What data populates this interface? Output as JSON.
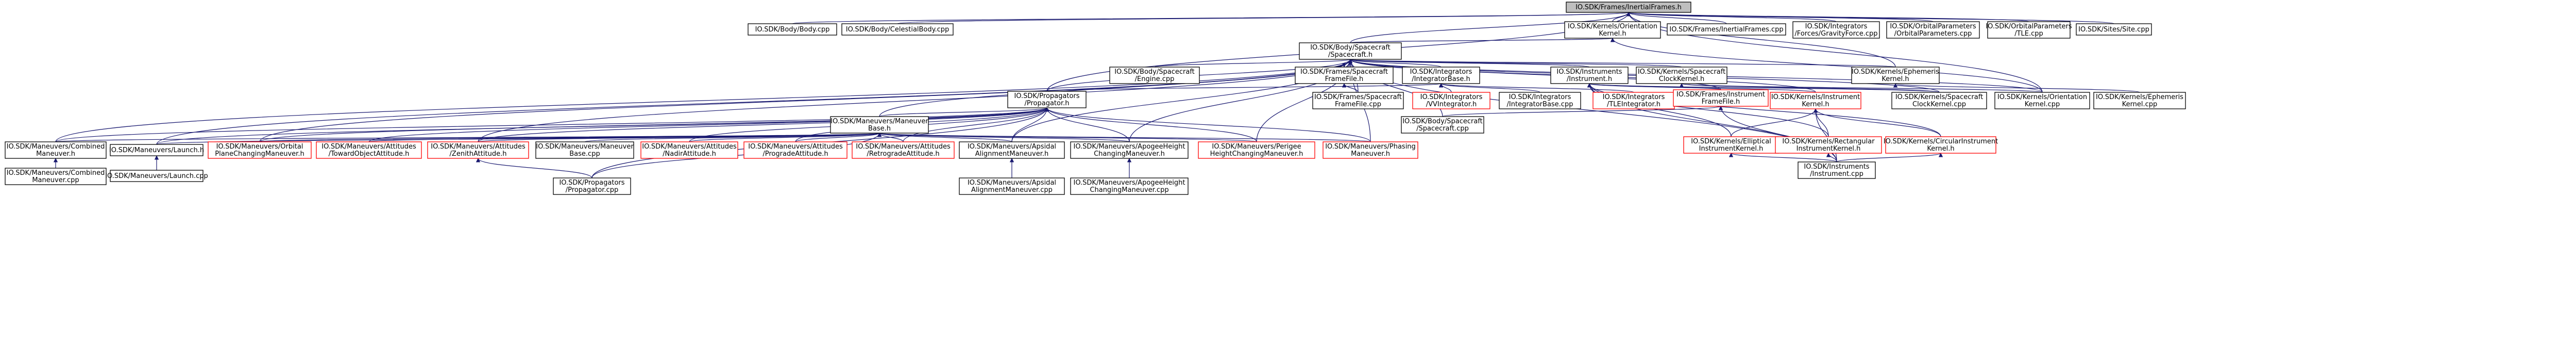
{
  "colors": {
    "edge": "#191970",
    "node_border": "#000000",
    "node_border_missing": "#ff0000",
    "root_fill": "#bfbfbf",
    "node_fill": "#ffffff"
  },
  "nodes": [
    {
      "id": "root",
      "lines": [
        "IO.SDK/Frames/InertialFrames.h"
      ],
      "root": true
    },
    {
      "id": "bodycpp",
      "lines": [
        "IO.SDK/Body/Body.cpp"
      ]
    },
    {
      "id": "celcpp",
      "lines": [
        "IO.SDK/Body/CelestialBody.cpp"
      ]
    },
    {
      "id": "orientk",
      "lines": [
        "IO.SDK/Kernels/Orientation",
        "Kernel.h"
      ]
    },
    {
      "id": "inertcpp",
      "lines": [
        "IO.SDK/Frames/InertialFrames.cpp"
      ]
    },
    {
      "id": "gravcpp",
      "lines": [
        "IO.SDK/Integrators",
        "/Forces/GravityForce.cpp"
      ]
    },
    {
      "id": "orbpcpp",
      "lines": [
        "IO.SDK/OrbitalParameters",
        "/OrbitalParameters.cpp"
      ]
    },
    {
      "id": "tlecpp",
      "lines": [
        "IO.SDK/OrbitalParameters",
        "/TLE.cpp"
      ]
    },
    {
      "id": "sitecpp",
      "lines": [
        "IO.SDK/Sites/Site.cpp"
      ]
    },
    {
      "id": "sch",
      "lines": [
        "IO.SDK/Body/Spacecraft",
        "/Spacecraft.h"
      ]
    },
    {
      "id": "engcpp",
      "lines": [
        "IO.SDK/Body/Spacecraft",
        "/Engine.cpp"
      ]
    },
    {
      "id": "scframe",
      "lines": [
        "IO.SDK/Frames/Spacecraft",
        "FrameFile.h"
      ]
    },
    {
      "id": "intbase",
      "lines": [
        "IO.SDK/Integrators",
        "/IntegratorBase.h"
      ]
    },
    {
      "id": "insth",
      "lines": [
        "IO.SDK/Instruments",
        "/Instrument.h"
      ]
    },
    {
      "id": "sck",
      "lines": [
        "IO.SDK/Kernels/Spacecraft",
        "ClockKernel.h"
      ]
    },
    {
      "id": "ephk",
      "lines": [
        "IO.SDK/Kernels/Ephemeris",
        "Kernel.h"
      ]
    },
    {
      "id": "proph",
      "lines": [
        "IO.SDK/Propagators",
        "/Propagator.h"
      ]
    },
    {
      "id": "scframecpp",
      "lines": [
        "IO.SDK/Frames/Spacecraft",
        "FrameFile.cpp"
      ]
    },
    {
      "id": "vvint",
      "lines": [
        "IO.SDK/Integrators",
        "/VVIntegrator.h"
      ],
      "missing": true
    },
    {
      "id": "intbasecpp",
      "lines": [
        "IO.SDK/Integrators",
        "/IntegratorBase.cpp"
      ]
    },
    {
      "id": "tlei",
      "lines": [
        "IO.SDK/Integrators",
        "/TLEIntegrator.h"
      ],
      "missing": true
    },
    {
      "id": "instframe",
      "lines": [
        "IO.SDK/Frames/Instrument",
        "FrameFile.h"
      ],
      "missing": true
    },
    {
      "id": "instk",
      "lines": [
        "IO.SDK/Kernels/Instrument",
        "Kernel.h"
      ],
      "missing": true
    },
    {
      "id": "sckcpp",
      "lines": [
        "IO.SDK/Kernels/Spacecraft",
        "ClockKernel.cpp"
      ]
    },
    {
      "id": "orientcpp",
      "lines": [
        "IO.SDK/Kernels/Orientation",
        "Kernel.cpp"
      ]
    },
    {
      "id": "ephcpp",
      "lines": [
        "IO.SDK/Kernels/Ephemeris",
        "Kernel.cpp"
      ]
    },
    {
      "id": "mbase",
      "lines": [
        "IO.SDK/Maneuvers/Maneuver",
        "Base.h"
      ]
    },
    {
      "id": "sccpp",
      "lines": [
        "IO.SDK/Body/Spacecraft",
        "/Spacecraft.cpp"
      ]
    },
    {
      "id": "ellk",
      "lines": [
        "IO.SDK/Kernels/Elliptical",
        "InstrumentKernel.h"
      ],
      "missing": true
    },
    {
      "id": "rectk",
      "lines": [
        "IO.SDK/Kernels/Rectangular",
        "InstrumentKernel.h"
      ],
      "missing": true
    },
    {
      "id": "circk",
      "lines": [
        "IO.SDK/Kernels/CircularInstrument",
        "Kernel.h"
      ],
      "missing": true
    },
    {
      "id": "comb",
      "lines": [
        "IO.SDK/Maneuvers/Combined",
        "Maneuver.h"
      ]
    },
    {
      "id": "launch",
      "lines": [
        "IO.SDK/Maneuvers/Launch.h"
      ]
    },
    {
      "id": "orbplane",
      "lines": [
        "IO.SDK/Maneuvers/Orbital",
        "PlaneChangingManeuver.h"
      ],
      "missing": true
    },
    {
      "id": "toward",
      "lines": [
        "IO.SDK/Maneuvers/Attitudes",
        "/TowardObjectAttitude.h"
      ],
      "missing": true
    },
    {
      "id": "zenith",
      "lines": [
        "IO.SDK/Maneuvers/Attitudes",
        "/ZenithAttitude.h"
      ],
      "missing": true
    },
    {
      "id": "mbasecpp",
      "lines": [
        "IO.SDK/Maneuvers/Maneuver",
        "Base.cpp"
      ]
    },
    {
      "id": "nadir",
      "lines": [
        "IO.SDK/Maneuvers/Attitudes",
        "/NadirAttitude.h"
      ],
      "missing": true
    },
    {
      "id": "prograde",
      "lines": [
        "IO.SDK/Maneuvers/Attitudes",
        "/ProgradeAttitude.h"
      ],
      "missing": true
    },
    {
      "id": "retro",
      "lines": [
        "IO.SDK/Maneuvers/Attitudes",
        "/RetrogradeAttitude.h"
      ],
      "missing": true
    },
    {
      "id": "apsidal",
      "lines": [
        "IO.SDK/Maneuvers/Apsidal",
        "AlignmentManeuver.h"
      ]
    },
    {
      "id": "apogee",
      "lines": [
        "IO.SDK/Maneuvers/ApogeeHeight",
        "ChangingManeuver.h"
      ]
    },
    {
      "id": "perigee",
      "lines": [
        "IO.SDK/Maneuvers/Perigee",
        "HeightChangingManeuver.h"
      ],
      "missing": true
    },
    {
      "id": "phasing",
      "lines": [
        "IO.SDK/Maneuvers/Phasing",
        "Maneuver.h"
      ],
      "missing": true
    },
    {
      "id": "instcpp",
      "lines": [
        "IO.SDK/Instruments",
        "/Instrument.cpp"
      ]
    },
    {
      "id": "combcpp",
      "lines": [
        "IO.SDK/Maneuvers/Combined",
        "Maneuver.cpp"
      ]
    },
    {
      "id": "launchcpp",
      "lines": [
        "IO.SDK/Maneuvers/Launch.cpp"
      ]
    },
    {
      "id": "propcpp",
      "lines": [
        "IO.SDK/Propagators",
        "/Propagator.cpp"
      ]
    },
    {
      "id": "apsidalcpp",
      "lines": [
        "IO.SDK/Maneuvers/Apsidal",
        "AlignmentManeuver.cpp"
      ]
    },
    {
      "id": "apogeecpp",
      "lines": [
        "IO.SDK/Maneuvers/ApogeeHeight",
        "ChangingManeuver.cpp"
      ]
    }
  ],
  "edges": [
    [
      "root",
      "bodycpp"
    ],
    [
      "root",
      "celcpp"
    ],
    [
      "root",
      "orientk"
    ],
    [
      "root",
      "inertcpp"
    ],
    [
      "root",
      "gravcpp"
    ],
    [
      "root",
      "orbpcpp"
    ],
    [
      "root",
      "tlecpp"
    ],
    [
      "root",
      "sitecpp"
    ],
    [
      "root",
      "sch"
    ],
    [
      "root",
      "ephk"
    ],
    [
      "root",
      "orientcpp"
    ],
    [
      "root",
      "proph"
    ],
    [
      "orientk",
      "sch"
    ],
    [
      "orientk",
      "orientcpp"
    ],
    [
      "sch",
      "engcpp"
    ],
    [
      "sch",
      "scframe"
    ],
    [
      "sch",
      "intbase"
    ],
    [
      "sch",
      "insth"
    ],
    [
      "sch",
      "sck"
    ],
    [
      "sch",
      "ephk"
    ],
    [
      "sch",
      "proph"
    ],
    [
      "sch",
      "mbase"
    ],
    [
      "sch",
      "sccpp"
    ],
    [
      "sch",
      "comb"
    ],
    [
      "sch",
      "launch"
    ],
    [
      "sch",
      "orbplane"
    ],
    [
      "sch",
      "zenith"
    ],
    [
      "sch",
      "apsidal"
    ],
    [
      "sch",
      "apogee"
    ],
    [
      "sch",
      "perigee"
    ],
    [
      "sch",
      "phasing"
    ],
    [
      "sch",
      "instcpp"
    ],
    [
      "sch",
      "orientcpp"
    ],
    [
      "sch",
      "sckcpp"
    ],
    [
      "sch",
      "scframecpp"
    ],
    [
      "sch",
      "instframe"
    ],
    [
      "sch",
      "instk"
    ],
    [
      "scframe",
      "scframecpp"
    ],
    [
      "scframe",
      "sch"
    ],
    [
      "intbase",
      "vvint"
    ],
    [
      "intbase",
      "intbasecpp"
    ],
    [
      "intbase",
      "tlei"
    ],
    [
      "intbase",
      "proph"
    ],
    [
      "insth",
      "instframe"
    ],
    [
      "insth",
      "instk"
    ],
    [
      "insth",
      "ellk"
    ],
    [
      "insth",
      "rectk"
    ],
    [
      "insth",
      "circk"
    ],
    [
      "insth",
      "instcpp"
    ],
    [
      "insth",
      "sckcpp"
    ],
    [
      "sck",
      "sckcpp"
    ],
    [
      "sck",
      "orientcpp"
    ],
    [
      "ephk",
      "ephcpp"
    ],
    [
      "instframe",
      "instcpp"
    ],
    [
      "instframe",
      "sccpp"
    ],
    [
      "instk",
      "ellk"
    ],
    [
      "instk",
      "rectk"
    ],
    [
      "instk",
      "circk"
    ],
    [
      "instk",
      "instcpp"
    ],
    [
      "ellk",
      "instcpp"
    ],
    [
      "rectk",
      "instcpp"
    ],
    [
      "circk",
      "instcpp"
    ],
    [
      "proph",
      "mbase"
    ],
    [
      "proph",
      "comb"
    ],
    [
      "proph",
      "launch"
    ],
    [
      "proph",
      "orbplane"
    ],
    [
      "proph",
      "toward"
    ],
    [
      "proph",
      "zenith"
    ],
    [
      "proph",
      "nadir"
    ],
    [
      "proph",
      "prograde"
    ],
    [
      "proph",
      "retro"
    ],
    [
      "proph",
      "apsidal"
    ],
    [
      "proph",
      "apogee"
    ],
    [
      "proph",
      "perigee"
    ],
    [
      "proph",
      "phasing"
    ],
    [
      "proph",
      "propcpp"
    ],
    [
      "mbase",
      "comb"
    ],
    [
      "mbase",
      "launch"
    ],
    [
      "mbase",
      "orbplane"
    ],
    [
      "mbase",
      "toward"
    ],
    [
      "mbase",
      "zenith"
    ],
    [
      "mbase",
      "mbasecpp"
    ],
    [
      "mbase",
      "nadir"
    ],
    [
      "mbase",
      "prograde"
    ],
    [
      "mbase",
      "retro"
    ],
    [
      "mbase",
      "apsidal"
    ],
    [
      "mbase",
      "apogee"
    ],
    [
      "mbase",
      "perigee"
    ],
    [
      "mbase",
      "phasing"
    ],
    [
      "mbase",
      "propcpp"
    ],
    [
      "comb",
      "combcpp"
    ],
    [
      "launch",
      "launchcpp"
    ],
    [
      "zenith",
      "propcpp"
    ],
    [
      "apsidal",
      "apsidalcpp"
    ],
    [
      "apogee",
      "apogeecpp"
    ]
  ]
}
